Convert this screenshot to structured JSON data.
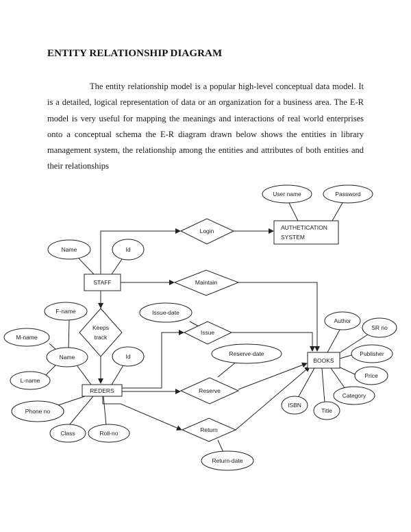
{
  "document": {
    "heading": "ENTITY RELATIONSHIP DIAGRAM",
    "paragraph": "The entity relationship model is a popular high-level conceptual data model. It is a detailed, logical representation of data or an organization for a business area. The E-R model is very useful for mapping the meanings and interactions of real world enterprises onto a conceptual schema the E-R diagram drawn below shows the entities in library management system, the relationship among the entities and attributes of both entities and their relationships"
  },
  "diagram": {
    "entities": {
      "auth": [
        "AUTHETICATION",
        "SYSTEM"
      ],
      "staff": "STAFF",
      "readers": "REDERS",
      "books": "BOOKS"
    },
    "relationships": {
      "login": "Login",
      "maintain": "Maintain",
      "keeps_track": [
        "Keeps",
        "track"
      ],
      "issue": "Issue",
      "reserve": "Reserve",
      "return": "Return"
    },
    "attributes": {
      "user_name": "User name",
      "password": "Password",
      "staff_name": "Name",
      "staff_id": "Id",
      "issue_date": "Issue-date",
      "reserve_date": "Reserve-date",
      "return_date": "Return-date",
      "f_name": "F-name",
      "m_name": "M-name",
      "reader_name": "Name",
      "l_name": "L-name",
      "reader_id": "Id",
      "phone_no": "Phone no",
      "class": "Class",
      "roll_no": "Roll-no",
      "author": "Author",
      "sr_no": "SR no",
      "publisher": "Publisher",
      "price": "Price",
      "category": "Category",
      "title": "Title",
      "isbn": "ISBN"
    }
  }
}
